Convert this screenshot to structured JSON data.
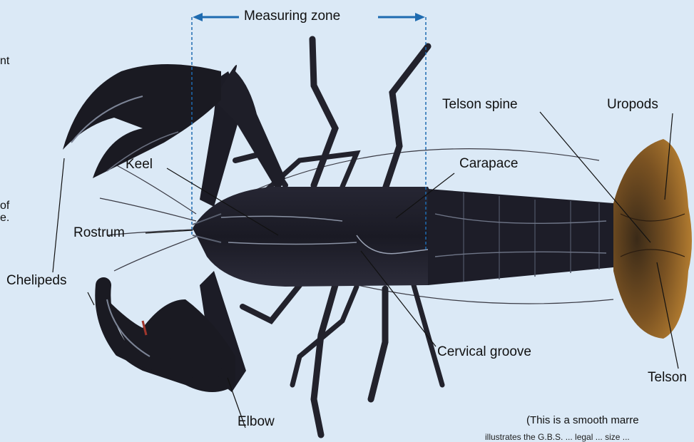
{
  "labels": {
    "measuring_zone": "Measuring zone",
    "keel": "Keel",
    "rostrum": "Rostrum",
    "chelipeds": "Chelipeds",
    "elbow": "Elbow",
    "carapace": "Carapace",
    "cervical_groove": "Cervical groove",
    "telson_spine": "Telson spine",
    "uropods": "Uropods",
    "telson": "Telson"
  },
  "margin_text": {
    "line1": "nt",
    "line2": "of",
    "line3": "e."
  },
  "footnote": {
    "line1": "(This is a smooth marre",
    "line2": "illustrates the G.B.S. ... legal ... size ..."
  },
  "colors": {
    "background": "#dbe9f6",
    "arrow": "#1e6bb0",
    "lobster_body": "#1c1c26",
    "tail_fan": "#b57a2c",
    "leader_line": "#111111"
  }
}
